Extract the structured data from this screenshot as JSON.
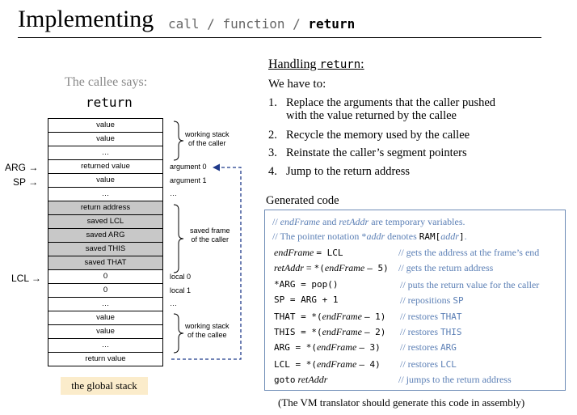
{
  "title": {
    "main": "Implementing",
    "sub_call": "call",
    "sub_sep1": " / ",
    "sub_function": "function",
    "sub_sep2": " / ",
    "sub_return": "return"
  },
  "stack_panel": {
    "callee_says": "The callee says:",
    "callee_word": "return",
    "cells": [
      {
        "text": "value",
        "gray": false
      },
      {
        "text": "value",
        "gray": false
      },
      {
        "text": "…",
        "gray": false
      },
      {
        "text": "returned value",
        "gray": false
      },
      {
        "text": "value",
        "gray": false
      },
      {
        "text": "…",
        "gray": false
      },
      {
        "text": "return address",
        "gray": true
      },
      {
        "text": "saved LCL",
        "gray": true
      },
      {
        "text": "saved ARG",
        "gray": true
      },
      {
        "text": "saved THIS",
        "gray": true
      },
      {
        "text": "saved THAT",
        "gray": true
      },
      {
        "text": "0",
        "gray": false
      },
      {
        "text": "0",
        "gray": false
      },
      {
        "text": "…",
        "gray": false
      },
      {
        "text": "value",
        "gray": false
      },
      {
        "text": "value",
        "gray": false
      },
      {
        "text": "…",
        "gray": false
      },
      {
        "text": "return value",
        "gray": false
      }
    ],
    "pointers": {
      "arg": "ARG",
      "sp": "SP",
      "lcl": "LCL"
    },
    "braces": {
      "caller_stack": "working stack\nof the caller",
      "saved_frame": "saved frame\nof the caller",
      "callee_stack": "working stack\nof the callee"
    },
    "side_labels": {
      "argument0": "argument 0",
      "argument1": "argument 1",
      "arg_dots": "…",
      "local0": "local 0",
      "local1": "local 1",
      "local_dots": "…"
    },
    "global_stack": "the global stack"
  },
  "handling": {
    "title_prefix": "Handling ",
    "title_code": "return",
    "title_suffix": ":",
    "we_have_to": "We have to:",
    "steps": [
      {
        "num": "1.",
        "line1": "Replace the arguments that the caller pushed",
        "line2": "with the value returned by the callee"
      },
      {
        "num": "2.",
        "line1": "Recycle the memory used by the callee",
        "line2": ""
      },
      {
        "num": "3.",
        "line1": "Reinstate the caller’s segment pointers",
        "line2": ""
      },
      {
        "num": "4.",
        "line1": "Jump to the return address",
        "line2": ""
      }
    ]
  },
  "generated": {
    "title": "Generated code",
    "footnote": "(The VM translator should generate this code in assembly)",
    "colors": {
      "comment": "#5b7fb5",
      "box_border": "#6e8cb6",
      "highlight": "#fbeccb",
      "gray": "#c8c8c8"
    }
  }
}
